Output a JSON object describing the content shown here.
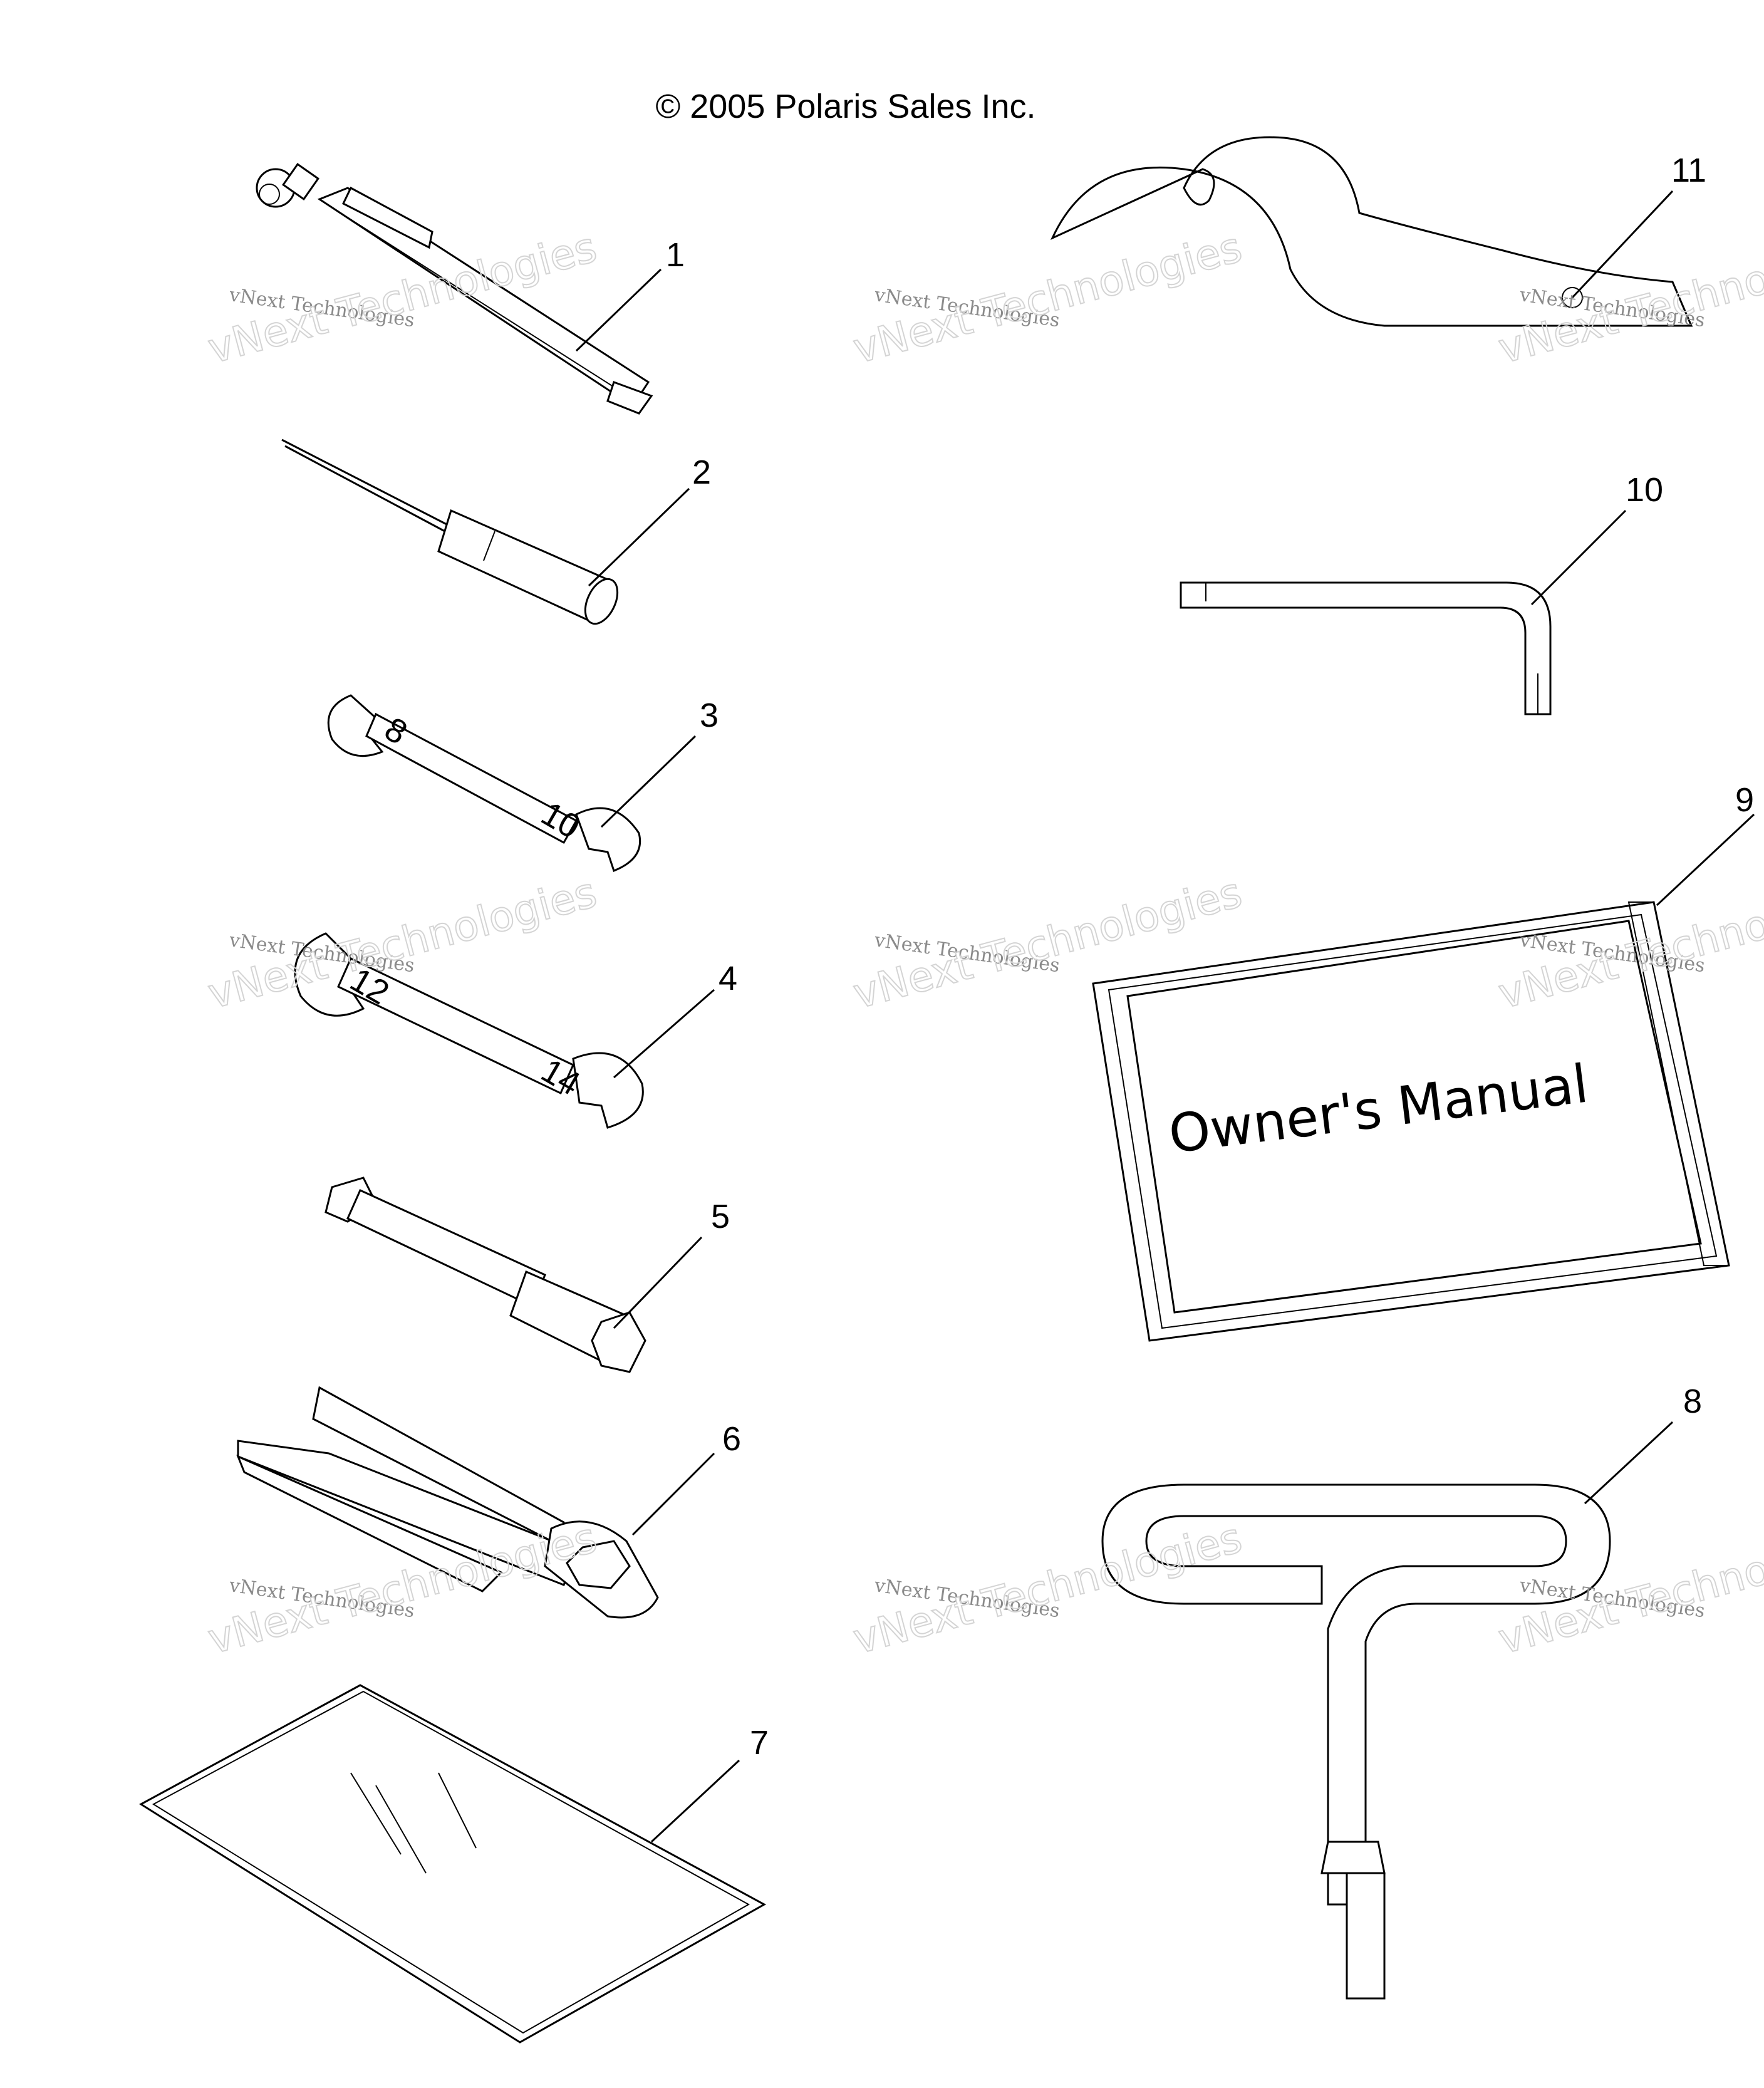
{
  "copyright": "© 2005 Polaris Sales Inc.",
  "manual": {
    "title": "Owner's Manual"
  },
  "watermark": {
    "line1": "vNext Technologies",
    "line2": "vNext Technologies"
  },
  "callouts": {
    "c1": "1",
    "c2": "2",
    "c3": "3",
    "c4": "4",
    "c5": "5",
    "c6": "6",
    "c7": "7",
    "c8": "8",
    "c9": "9",
    "c10": "10",
    "c11": "11"
  },
  "wrench_marks": {
    "w3a": "8",
    "w3b": "10",
    "w4a": "12",
    "w4b": "14"
  }
}
